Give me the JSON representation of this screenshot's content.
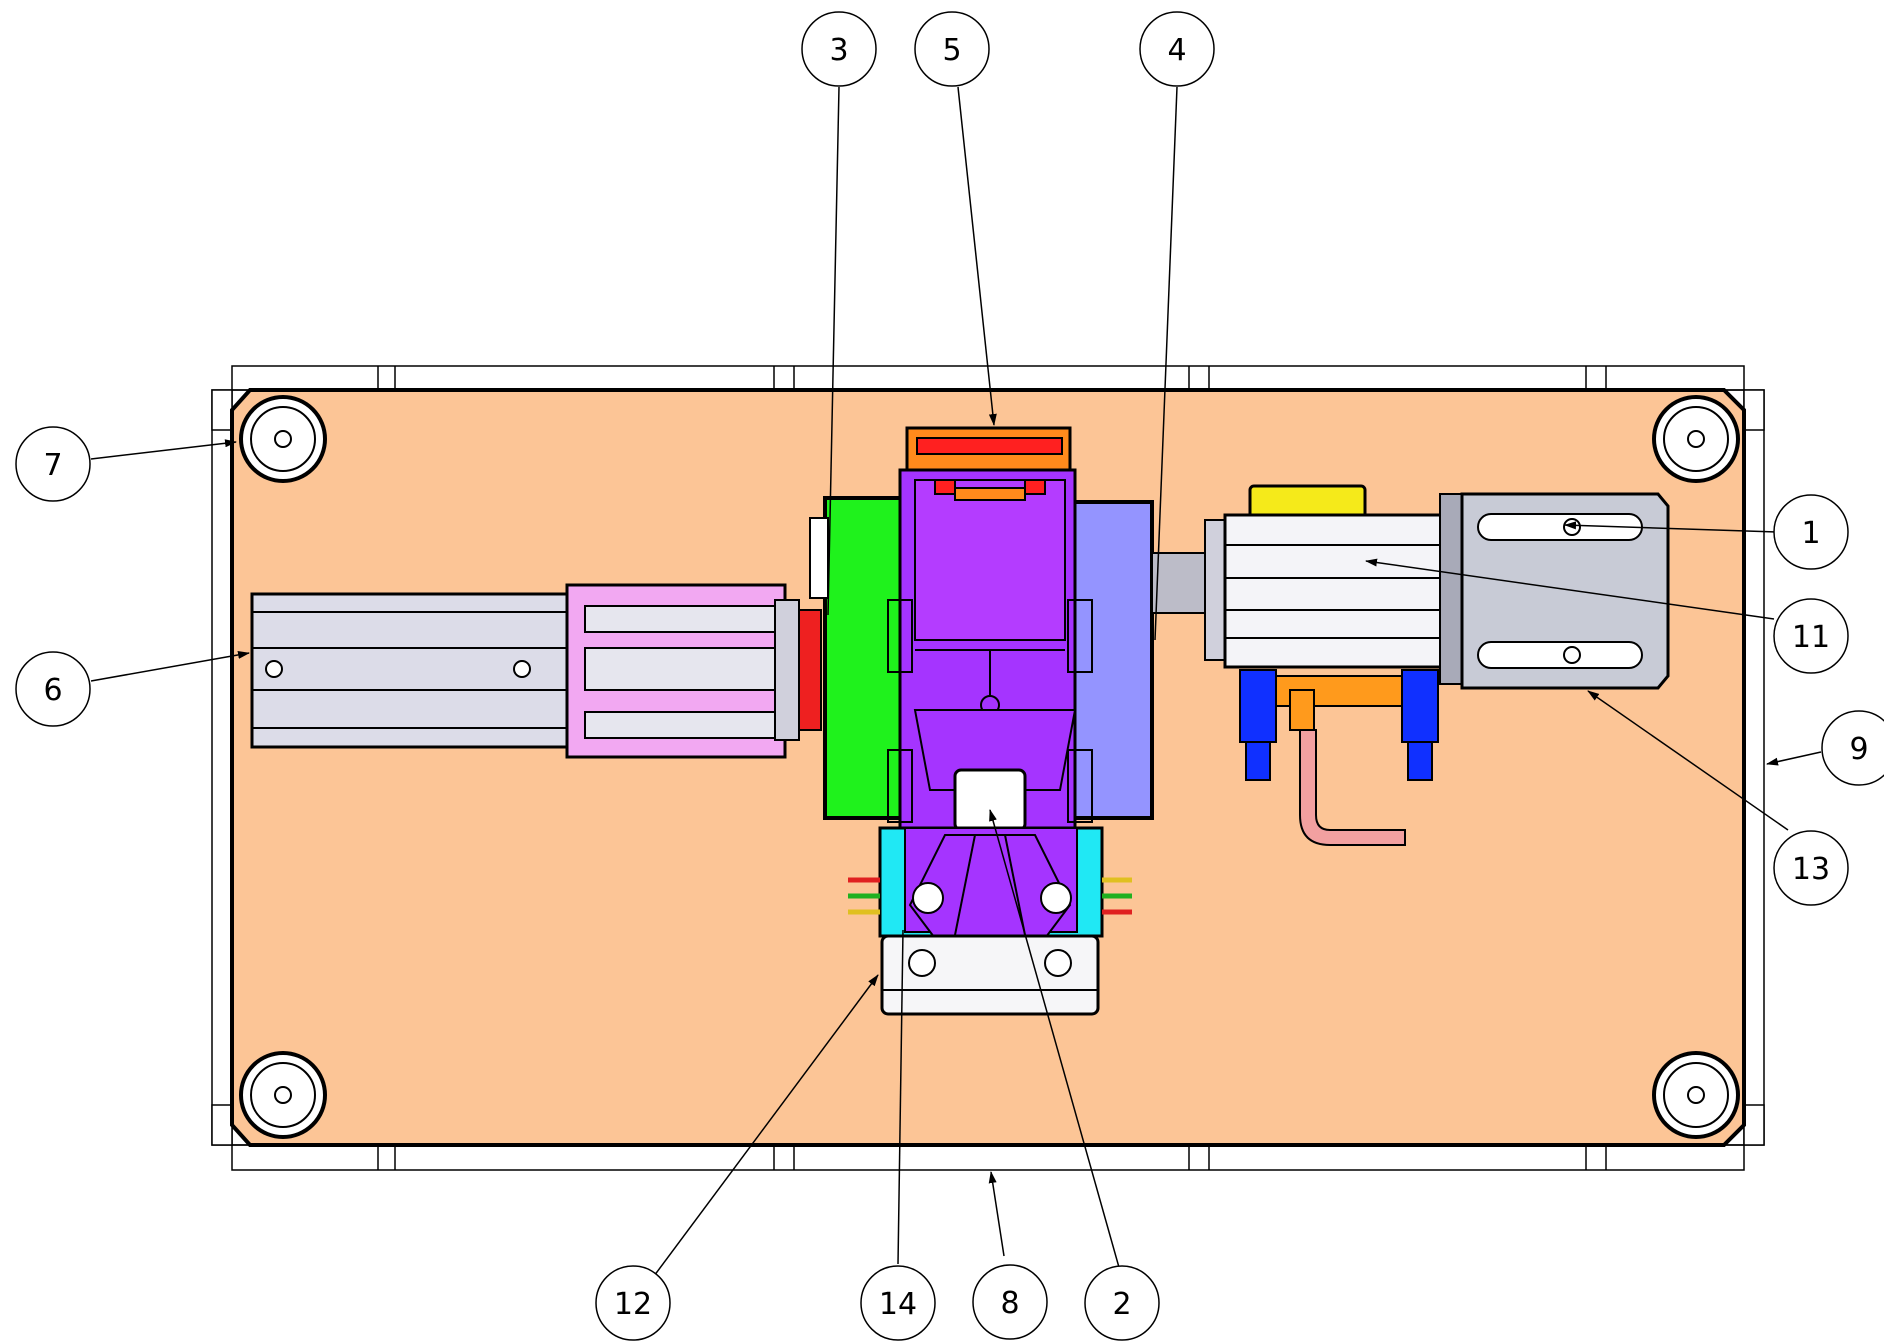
{
  "colors": {
    "base_plate": "#fcc596",
    "frame": "#ffffff",
    "outline": "#000000",
    "green_block": "#1ff21c",
    "purple_part": "#a534ff",
    "periwinkle_block": "#9494ff",
    "orange_part": "#ff8a1c",
    "red_part": "#ff2020",
    "cyan_block": "#20e8f4",
    "pink_part": "#f2a8f2",
    "silver_part": "#d6d6e2",
    "cylinder_white": "#f4f4f8",
    "blue_fitting": "#1030ff",
    "yellow_part": "#f5ea1a",
    "pipe_pink": "#f2a0a0",
    "bracket_grey": "#c8cbd6"
  },
  "balloons": [
    {
      "id": "b1",
      "number": "1"
    },
    {
      "id": "b2",
      "number": "2"
    },
    {
      "id": "b3",
      "number": "3"
    },
    {
      "id": "b4",
      "number": "4"
    },
    {
      "id": "b5",
      "number": "5"
    },
    {
      "id": "b6",
      "number": "6"
    },
    {
      "id": "b7",
      "number": "7"
    },
    {
      "id": "b8",
      "number": "8"
    },
    {
      "id": "b9",
      "number": "9"
    },
    {
      "id": "b11",
      "number": "11"
    },
    {
      "id": "b12",
      "number": "12"
    },
    {
      "id": "b13",
      "number": "13"
    },
    {
      "id": "b14",
      "number": "14"
    }
  ]
}
